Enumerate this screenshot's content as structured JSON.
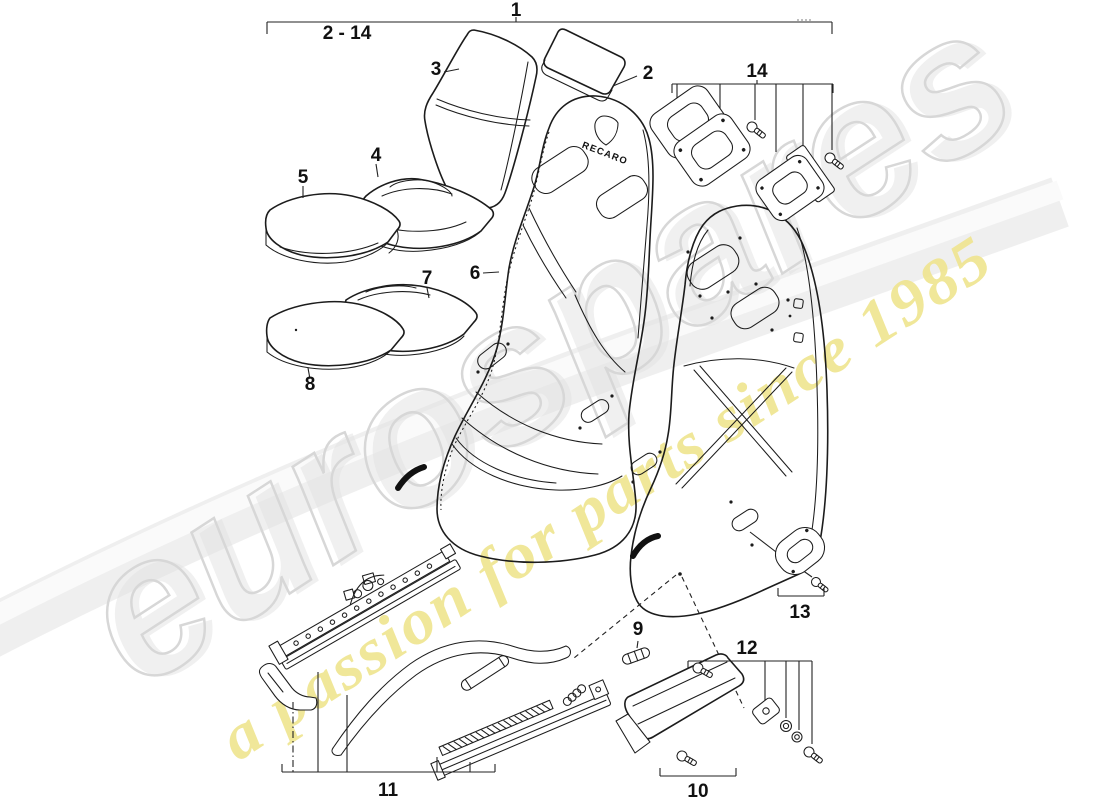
{
  "diagram": {
    "seat_logo": "RECARO",
    "labels": [
      {
        "id": "callout-1",
        "text": "1"
      },
      {
        "id": "range-2-14",
        "text": "2 - 14"
      },
      {
        "id": "callout-3",
        "text": "3"
      },
      {
        "id": "callout-2",
        "text": "2"
      },
      {
        "id": "callout-14",
        "text": "14"
      },
      {
        "id": "callout-4",
        "text": "4"
      },
      {
        "id": "callout-5",
        "text": "5"
      },
      {
        "id": "callout-6",
        "text": "6"
      },
      {
        "id": "callout-7",
        "text": "7"
      },
      {
        "id": "callout-8",
        "text": "8"
      },
      {
        "id": "callout-9",
        "text": "9"
      },
      {
        "id": "callout-10",
        "text": "10"
      },
      {
        "id": "callout-11",
        "text": "11"
      },
      {
        "id": "callout-12",
        "text": "12"
      },
      {
        "id": "callout-13",
        "text": "13"
      }
    ],
    "line_color": "#1c1c1c"
  },
  "watermark": {
    "brand": "eurospares",
    "tagline": "a passion for parts since 1985",
    "brand_fill": "#fdfdfd",
    "brand_outline": "#d7d7d7",
    "tagline_color": "#efe591",
    "swoosh_color": "#ececec"
  }
}
